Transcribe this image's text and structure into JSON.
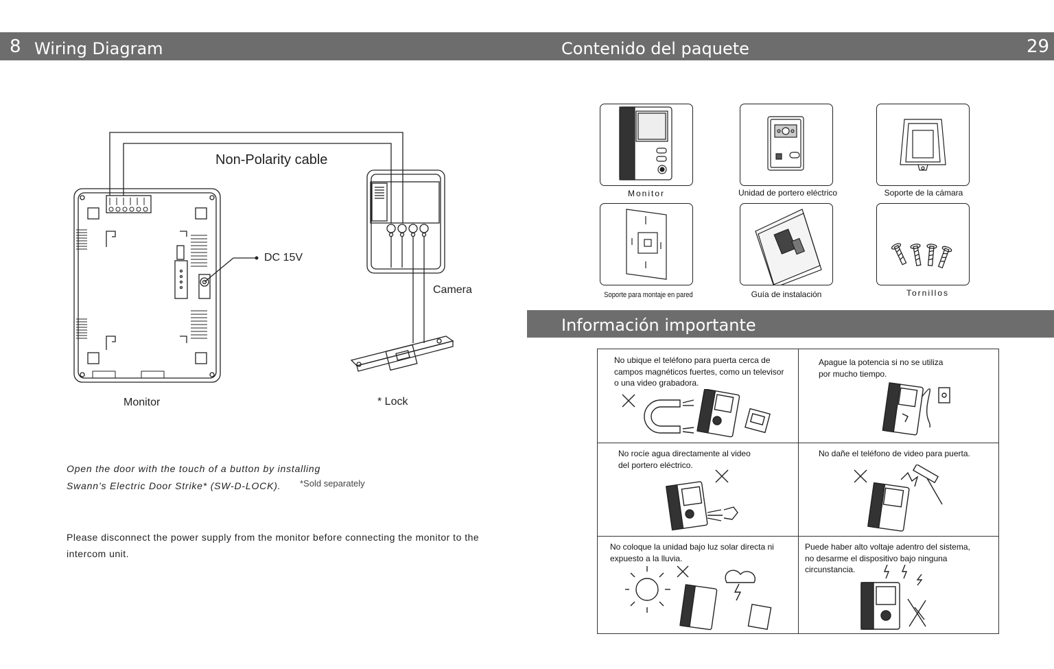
{
  "left_page": {
    "page_number": "8",
    "section_title": "Wiring Diagram",
    "diagram": {
      "cable_label": "Non-Polarity cable",
      "power_label": "DC  15V",
      "camera_label": "Camera",
      "monitor_label": "Monitor",
      "lock_label": "* Lock"
    },
    "note_line1": "Open the door with the touch of a button by installing",
    "note_line2": "Swann’s Electric Door Strike* (SW-D-LOCK).",
    "sold_separately": "*Sold separately",
    "disconnect_line1": "Please disconnect the power supply from the monitor before connecting the monitor to the",
    "disconnect_line2": "intercom unit."
  },
  "right_page": {
    "page_number": "29",
    "section_title": "Contenido del paquete",
    "package_items": [
      {
        "name": "monitor-item",
        "label": "Monitor",
        "icon": "monitor-icon"
      },
      {
        "name": "door-station-item",
        "label": "Unidad de portero eléctrico",
        "icon": "door-station-icon"
      },
      {
        "name": "camera-bracket-item",
        "label": "Soporte de la cámara",
        "icon": "camera-bracket-icon"
      },
      {
        "name": "wall-bracket-item",
        "label": "Soporte para montaje en pared",
        "icon": "wall-bracket-icon"
      },
      {
        "name": "install-guide-item",
        "label": "Guía de instalación",
        "icon": "manual-icon"
      },
      {
        "name": "screws-item",
        "label": "Tornillos",
        "icon": "screws-icon"
      }
    ],
    "important_title": "Información importante",
    "warnings": [
      {
        "text": "No ubique el teléfono para puerta cerca de\ncampos magnéticos fuertes, como un televisor\n o una video grabadora.",
        "icon": "magnet-warning-icon"
      },
      {
        "text": "Apague la potencia si no se utiliza\npor mucho tiempo.",
        "icon": "unplug-icon"
      },
      {
        "text": "No rocíe agua directamente al video\ndel portero eléctrico.",
        "icon": "water-spray-warning-icon"
      },
      {
        "text": "No dañe el teléfono de video para puerta.",
        "icon": "hammer-warning-icon"
      },
      {
        "text": "No coloque la unidad bajo luz solar directa ni\nexpuesto a la lluvia.",
        "icon": "sun-rain-warning-icon"
      },
      {
        "text": "Puede haber alto voltaje adentro del sistema,\nno desarme el dispositivo bajo ninguna circunstancia.",
        "icon": "high-voltage-warning-icon"
      }
    ]
  },
  "colors": {
    "header_bar": "#6d6d6d",
    "header_text": "#ffffff",
    "line_art": "#222222"
  }
}
